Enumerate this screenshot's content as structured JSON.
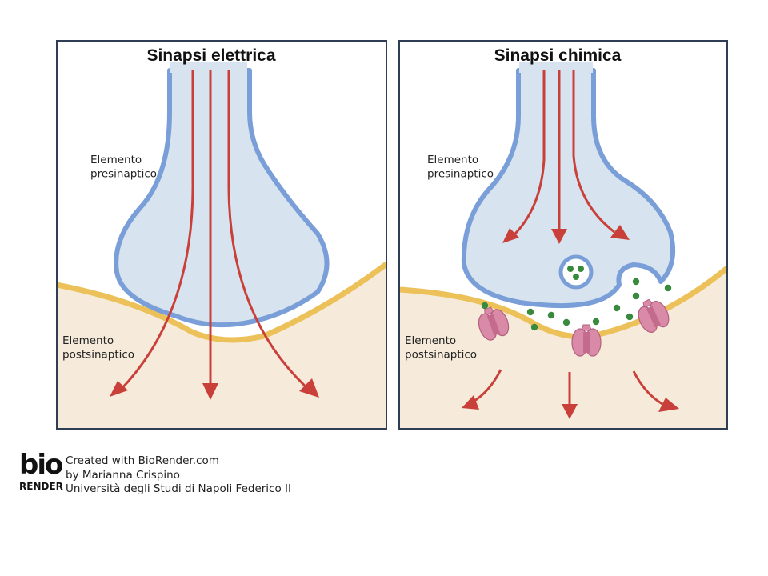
{
  "panels": {
    "electrical": {
      "title": "Sinapsi elettrica",
      "presynaptic_label": [
        "Elemento",
        "presinaptico"
      ],
      "postsynaptic_label": [
        "Elemento",
        "postsinaptico"
      ]
    },
    "chemical": {
      "title": "Sinapsi chimica",
      "presynaptic_label": [
        "Elemento",
        "presinaptico"
      ],
      "postsynaptic_label": [
        "Elemento",
        "postsinaptico"
      ]
    }
  },
  "credit": {
    "logo_word": "bio",
    "logo_sub": "RENDER",
    "lines": [
      "Created with BioRender.com",
      "by Marianna Crispino",
      "Università degli Studi di Napoli Federico II"
    ]
  },
  "colors": {
    "frame": "#2f3e55",
    "presynaptic_fill": "#d7e4ef",
    "presynaptic_membrane": "#7a9fd8",
    "postsynaptic_fill": "#f6ebda",
    "postsynaptic_membrane": "#edc15a",
    "signal_arrow": "#c9403a",
    "neurotransmitter": "#3a8a3e",
    "receptor": "#d98aa6"
  }
}
